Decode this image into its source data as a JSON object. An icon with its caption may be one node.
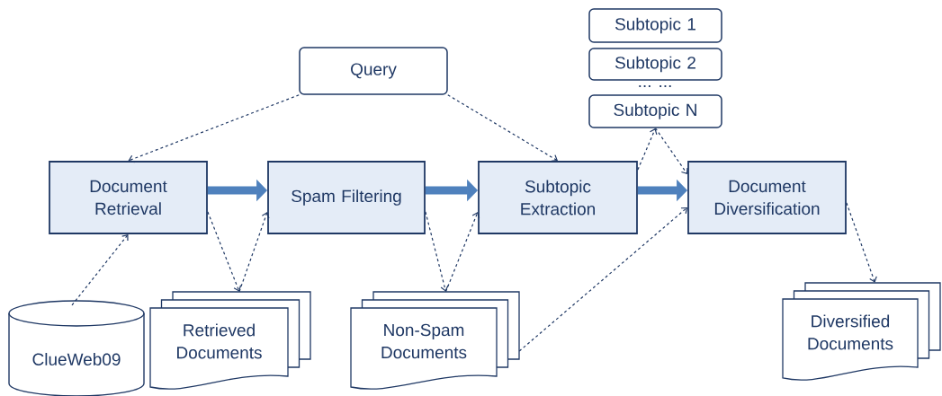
{
  "diagram": {
    "nodes": [
      {
        "text": [
          "Query"
        ]
      },
      {
        "text": [
          "Document Retrieval"
        ]
      },
      {
        "text": [
          "Spam Filtering"
        ]
      },
      {
        "text": [
          "Subtopic Extraction"
        ]
      },
      {
        "text": [
          "Document Diversification"
        ]
      },
      {
        "text": [
          "Subtopic 1"
        ]
      },
      {
        "text": [
          "Subtopic 2"
        ]
      },
      {
        "text": [
          "Subtopic N"
        ]
      },
      {
        "text": [
          "ClueWeb09"
        ]
      },
      {
        "text": [
          "Retrieved Documents"
        ]
      },
      {
        "text": [
          "Non-Spam Documents"
        ]
      },
      {
        "text": [
          "Diversified Documents"
        ]
      }
    ],
    "edges": [
      {
        "from": 0,
        "to": 1,
        "arrow": "to",
        "style": "dashed"
      },
      {
        "from": 0,
        "to": 3,
        "arrow": "to",
        "style": "dashed"
      },
      {
        "from": 1,
        "to": 2,
        "arrow": "to",
        "style": "thick",
        "color": "#4f81bd"
      },
      {
        "from": 2,
        "to": 3,
        "arrow": "to",
        "style": "thick",
        "color": "#4f81bd"
      },
      {
        "from": 3,
        "to": 4,
        "arrow": "to",
        "style": "thick",
        "color": "#4f81bd"
      },
      {
        "from": 8,
        "to": 1,
        "arrow": "to",
        "style": "dashed"
      },
      {
        "from": 1,
        "to": 9,
        "arrow": "to",
        "style": "dashed"
      },
      {
        "from": 9,
        "to": 2,
        "arrow": "to",
        "style": "dashed"
      },
      {
        "from": 2,
        "to": 10,
        "arrow": "to",
        "style": "dashed"
      },
      {
        "from": 10,
        "to": 3,
        "arrow": "to",
        "style": "dashed"
      },
      {
        "from": 3,
        "to": 7,
        "arrow": "to",
        "style": "dashed"
      },
      {
        "from": 7,
        "to": 4,
        "arrow": "to",
        "style": "dashed"
      },
      {
        "from": 10,
        "to": 4,
        "arrow": "to",
        "style": "dashed"
      },
      {
        "from": 4,
        "to": 11,
        "arrow": "to",
        "style": "dashed"
      }
    ],
    "labels": [
      "... ..."
    ]
  }
}
